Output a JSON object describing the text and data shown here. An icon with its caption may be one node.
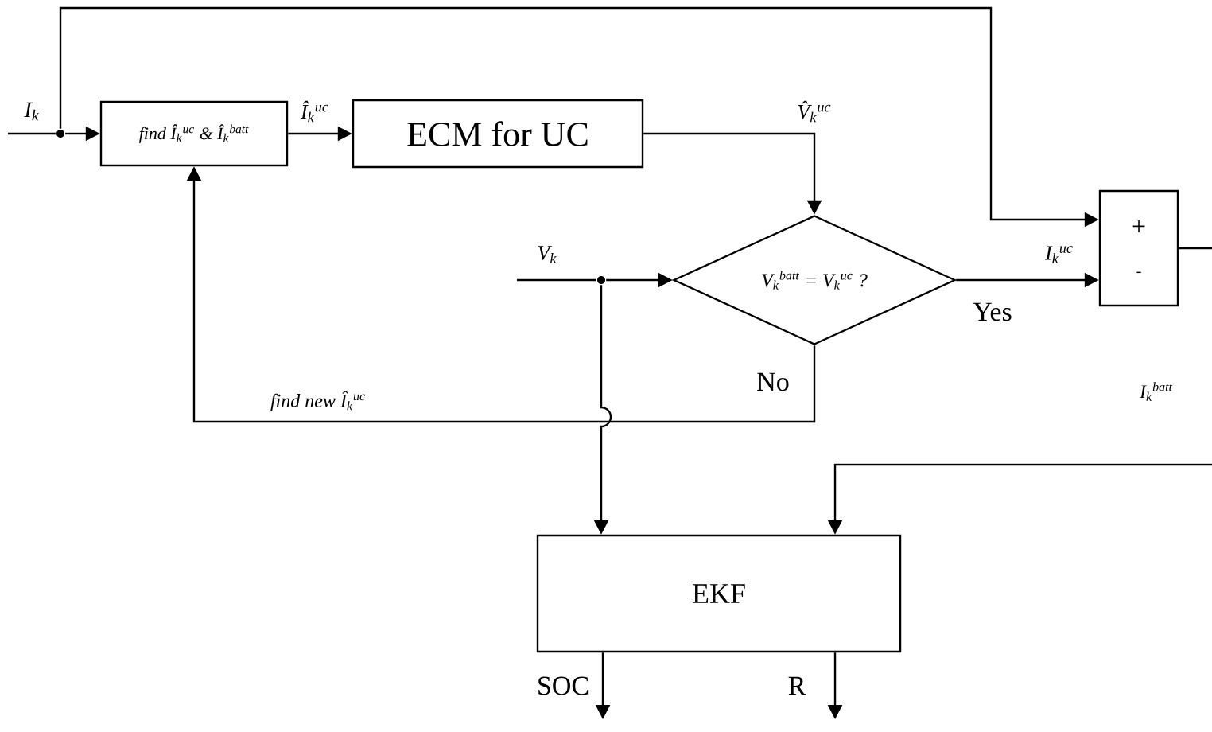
{
  "diagram": {
    "nodes": [
      {
        "text": [
          "find Î$_{k}$$^{uc}$ & Î$_{k}$$^{batt}$"
        ]
      },
      {
        "text": [
          "ECM for UC"
        ]
      },
      {
        "text": [
          "V$_{k}$$^{batt}$ = V$_{k}$$^{uc}$ ?"
        ]
      },
      {
        "text": [
          "+",
          "-"
        ]
      },
      {
        "text": [
          "EKF"
        ]
      },
      {
        "text": [],
        "shape": "circle"
      },
      {
        "text": [],
        "shape": "circle"
      }
    ],
    "edges": [
      {
        "from": null,
        "to": 5,
        "arrow": "none",
        "label": "I$_{k}$"
      },
      {
        "from": 5,
        "to": 0,
        "arrow": "to"
      },
      {
        "from": 5,
        "to": 3,
        "arrow": "to"
      },
      {
        "from": 0,
        "to": 1,
        "arrow": "to",
        "label": "Î$_{k}$$^{uc}$"
      },
      {
        "from": 1,
        "to": 2,
        "arrow": "to",
        "label": "V̂$_{k}$$^{uc}$"
      },
      {
        "from": null,
        "to": 6,
        "arrow": "none",
        "label": "V$_{k}$"
      },
      {
        "from": 6,
        "to": 2,
        "arrow": "to"
      },
      {
        "from": 6,
        "to": 4,
        "arrow": "to"
      },
      {
        "from": 2,
        "to": 3,
        "arrow": "to",
        "label": "I$_{k}$$^{uc}$"
      },
      {
        "from": 2,
        "to": 0,
        "arrow": "to",
        "label": "find new Î$_{k}$$^{uc}$"
      },
      {
        "from": 3,
        "to": null,
        "arrow": "none"
      },
      {
        "from": null,
        "to": 4,
        "arrow": "to"
      },
      {
        "from": 4,
        "to": null,
        "arrow": "to",
        "label": "SOC"
      },
      {
        "from": 4,
        "to": null,
        "arrow": "to",
        "label": "R"
      }
    ],
    "labels": [
      "Yes",
      "I$_{k}$$^{batt}$",
      "No"
    ]
  }
}
